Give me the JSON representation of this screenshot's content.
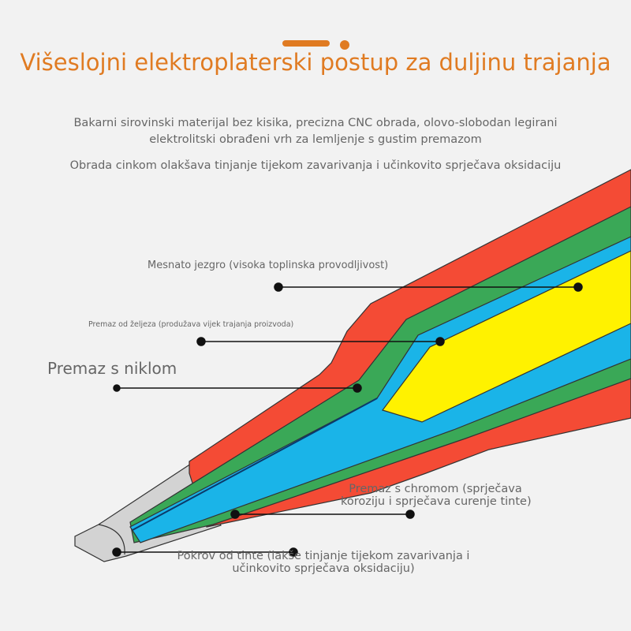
{
  "title": "Višeslojni elektroplaterski postup za duljinu trajanja",
  "subtitle_1": "Bakarni sirovinski materijal bez kisika, precizna CNC obrada, olovo-slobodan legirani elektrolitski obrađeni vrh za lemljenje s gustim premazom",
  "subtitle_2": "Obrada cinkom olakšava tinjanje tijekom zavarivanja i učinkovito sprječava oksidaciju",
  "labels": {
    "core": "Mesnato jezgro (visoka toplinska provodljivost)",
    "iron": "Premaz od željeza (produžava vijek trajanja proizvoda)",
    "nickel": "Premaz s niklom",
    "chrome_1": "Premaz s chromom (sprječava",
    "chrome_2": "koroziju i sprječava curenje tinte)",
    "tin_1": "Pokrov od tinte (lakše tinjanje tijekom zavarivanja i",
    "tin_2": "učinkovito sprječava oksidaciju)"
  },
  "colors": {
    "accent": "#e07b22",
    "outer_layer": "#f44b35",
    "green_layer": "#3aa857",
    "blue_layer": "#1ab4e8",
    "core": "#fff200",
    "tip": "#d3d3d3"
  }
}
